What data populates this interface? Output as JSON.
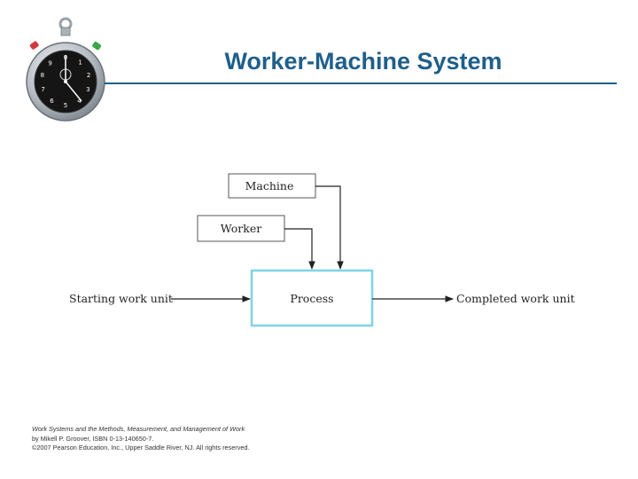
{
  "slide": {
    "title": "Worker-Machine System"
  },
  "diagram": {
    "machine_label": "Machine",
    "worker_label": "Worker",
    "process_label": "Process",
    "input_label": "Starting work unit",
    "output_label": "Completed work unit"
  },
  "credits": {
    "book_title": "Work Systems and the Methods, Measurement, and Management of Work",
    "author_line": "by Mikell P. Groover, ISBN 0-13-140650-7.",
    "copyright_line": "©2007 Pearson Education, Inc., Upper Saddle River, NJ.  All rights reserved."
  },
  "stopwatch": {
    "dial_numbers": [
      "9",
      "0",
      "1",
      "8",
      "2",
      "7",
      "3",
      "6",
      "5",
      "4"
    ]
  },
  "colors": {
    "title": "#1f5f8a",
    "process_box_border": "#7fd3e6",
    "stopwatch_red_button": "#d23a3a",
    "stopwatch_green_button": "#3aa845"
  }
}
